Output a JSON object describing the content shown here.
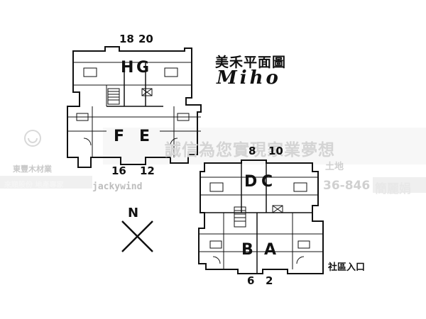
{
  "title_zh": "美禾平面圖",
  "title_en": "Miho",
  "north_label": "N",
  "entrance_label": "社區入口",
  "colors": {
    "ink": "#111111",
    "watermark": "#cfcfcf",
    "background": "#ffffff"
  },
  "buildings": {
    "top_left": {
      "units": [
        "H",
        "G",
        "F",
        "E"
      ],
      "numbers_top": [
        "18",
        "20"
      ],
      "numbers_bottom": [
        "16",
        "12"
      ]
    },
    "bottom_right": {
      "units": [
        "D",
        "C",
        "B",
        "A"
      ],
      "numbers_top": [
        "8",
        "10"
      ],
      "numbers_bottom": [
        "6",
        "2"
      ]
    }
  },
  "watermark": {
    "left_lines": [
      "東豐木材業",
      "來順股份 地產專家"
    ],
    "brand": "jackywind",
    "slogan": "誠信為您實現家業夢想",
    "phone": "36-846",
    "name": "簡麗娟",
    "land": "土地"
  }
}
